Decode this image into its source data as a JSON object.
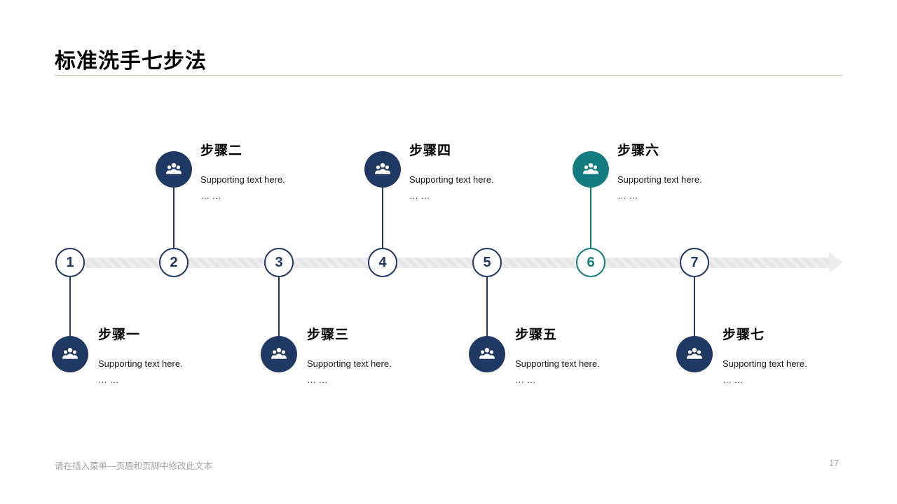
{
  "title": "标准洗手七步法",
  "footer": {
    "text": "请在插入菜单—页眉和页脚中修改此文本",
    "page_number": "17"
  },
  "colors": {
    "navy": "#1f3864",
    "teal": "#127c80",
    "timeline_band": "#ededed",
    "title_rule": "#c5bfaf"
  },
  "steps": [
    {
      "number": "1",
      "label": "步骤一",
      "support": "Supporting text here.",
      "more": "… …",
      "accent": "#1f3864",
      "side": "below"
    },
    {
      "number": "2",
      "label": "步骤二",
      "support": "Supporting text here.",
      "more": "… …",
      "accent": "#1f3864",
      "side": "above"
    },
    {
      "number": "3",
      "label": "步骤三",
      "support": "Supporting text here.",
      "more": "… …",
      "accent": "#1f3864",
      "side": "below"
    },
    {
      "number": "4",
      "label": "步骤四",
      "support": "Supporting text here.",
      "more": "… …",
      "accent": "#1f3864",
      "side": "above"
    },
    {
      "number": "5",
      "label": "步骤五",
      "support": "Supporting text here.",
      "more": "… …",
      "accent": "#1f3864",
      "side": "below"
    },
    {
      "number": "6",
      "label": "步骤六",
      "support": "Supporting text here.",
      "more": "… …",
      "accent": "#127c80",
      "side": "above"
    },
    {
      "number": "7",
      "label": "步骤七",
      "support": "Supporting text here.",
      "more": "… …",
      "accent": "#1f3864",
      "side": "below"
    }
  ]
}
